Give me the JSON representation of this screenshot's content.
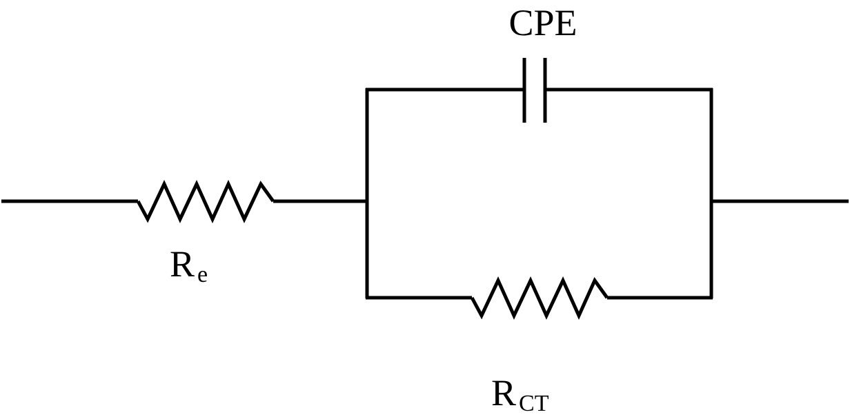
{
  "circuit": {
    "elements": [
      {
        "type": "resistor",
        "label": "R",
        "subscript": "e",
        "connection": "series"
      },
      {
        "type": "constant-phase-element",
        "label": "CPE",
        "connection": "parallel"
      },
      {
        "type": "resistor",
        "label": "R",
        "subscript": "CT",
        "connection": "parallel"
      }
    ],
    "labels": {
      "cpe": "CPE",
      "re_main": "R",
      "re_sub": "e",
      "rct_main": "R",
      "rct_sub": "CT"
    },
    "colors": {
      "line": "#000000",
      "background": "#ffffff"
    }
  }
}
